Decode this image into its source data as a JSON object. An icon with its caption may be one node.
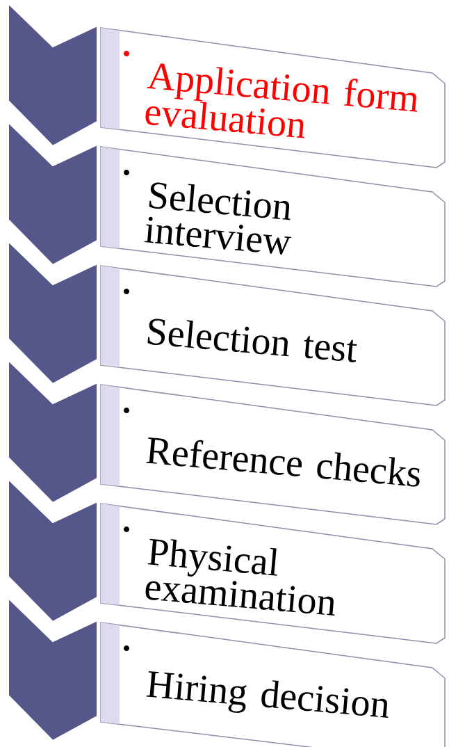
{
  "diagram": {
    "nodes": [
      {
        "text": [
          "Application form evaluation"
        ]
      },
      {
        "text": [
          "Selection interview"
        ]
      },
      {
        "text": [
          "Selection test"
        ]
      },
      {
        "text": [
          "Reference checks"
        ]
      },
      {
        "text": [
          "Physical examination"
        ]
      },
      {
        "text": [
          "Hiring decision"
        ]
      }
    ]
  }
}
